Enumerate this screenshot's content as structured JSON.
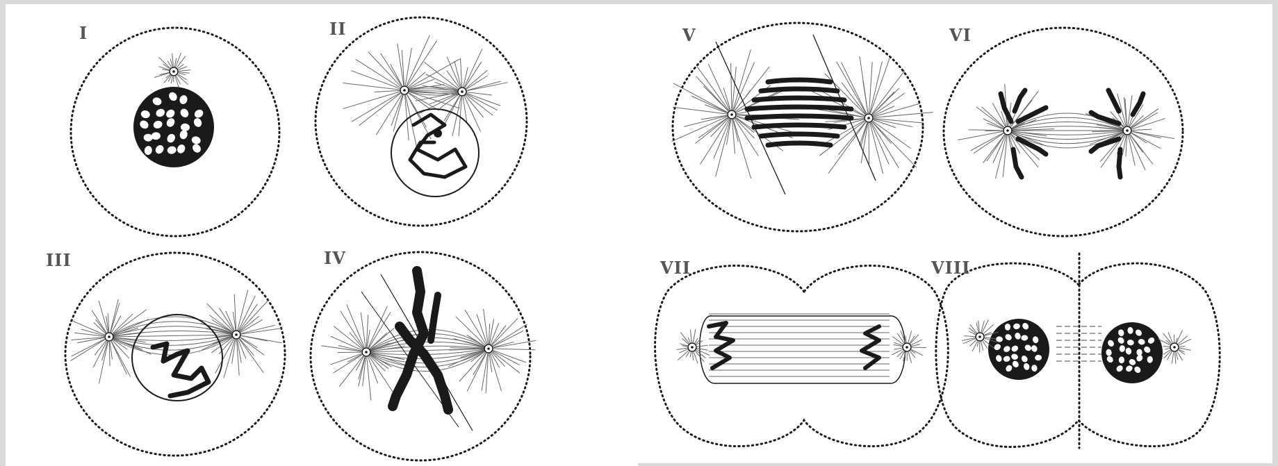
{
  "figure": {
    "colors": {
      "ink": "#1a1a1a",
      "fiber": "#666666",
      "frame_gray": "#d9d9d9",
      "background": "#ffffff"
    },
    "stages": [
      {
        "label": "I"
      },
      {
        "label": "II"
      },
      {
        "label": "III"
      },
      {
        "label": "IV"
      },
      {
        "label": "V"
      },
      {
        "label": "VI"
      },
      {
        "label": "VII"
      },
      {
        "label": "VIII"
      }
    ]
  }
}
